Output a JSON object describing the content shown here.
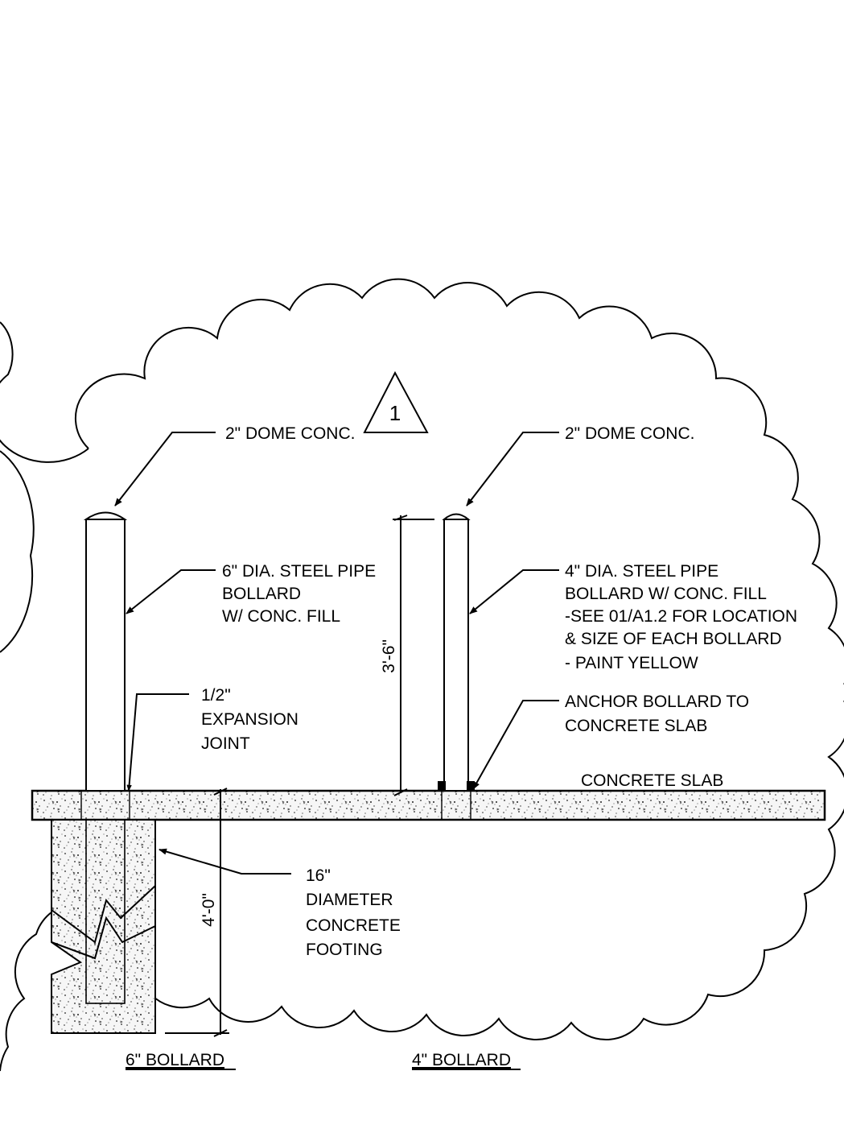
{
  "revision": {
    "number": "1"
  },
  "notes": {
    "dome_6": "2\" DOME CONC.",
    "dome_4": "2\" DOME CONC.",
    "pipe_6": [
      "6\" DIA. STEEL PIPE",
      "BOLLARD",
      "W/ CONC. FILL"
    ],
    "pipe_4": [
      "4\" DIA. STEEL PIPE",
      "BOLLARD W/ CONC. FILL",
      "-SEE 01/A1.2 FOR LOCATION",
      "& SIZE OF EACH BOLLARD",
      "- PAINT YELLOW"
    ],
    "expansion_joint": [
      "1/2\"",
      "EXPANSION",
      "JOINT"
    ],
    "anchor": [
      "ANCHOR BOLLARD TO",
      "CONCRETE SLAB"
    ],
    "slab": "CONCRETE SLAB",
    "footing": [
      "16\"",
      "DIAMETER",
      "CONCRETE",
      "FOOTING"
    ]
  },
  "dimensions": {
    "height_4": "3'-6\"",
    "depth_6": "4'-0\""
  },
  "titles": {
    "bollard_6": "6\" BOLLARD",
    "bollard_4": "4\" BOLLARD"
  },
  "colors": {
    "line": "#000000",
    "background": "#ffffff"
  }
}
